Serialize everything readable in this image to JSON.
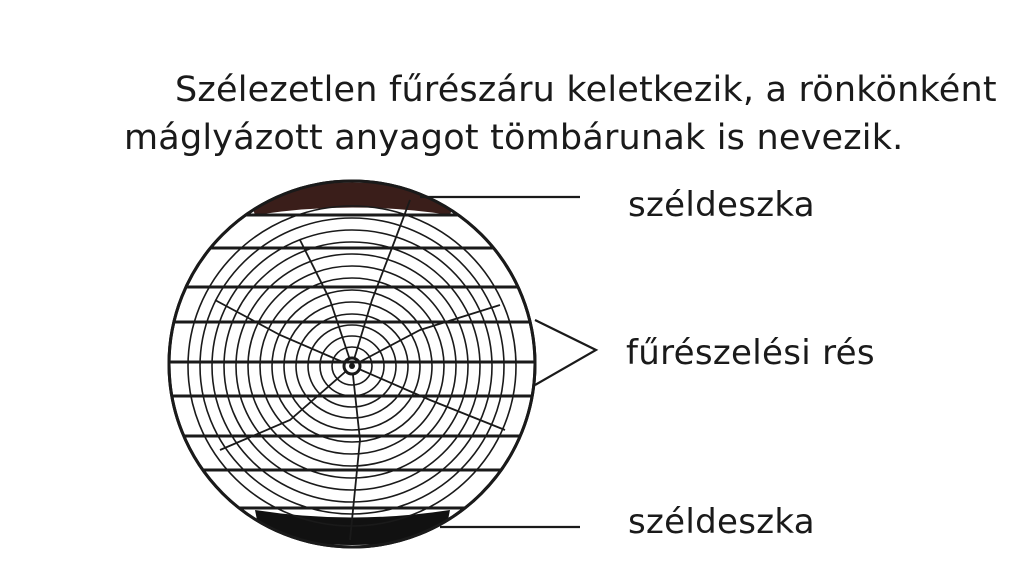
{
  "caption": {
    "line1": "Szélezetlen fűrészáru keletkezik, a rönkönként",
    "line2": "máglyázott anyagot tömbárunak is nevezik."
  },
  "labels": {
    "top": "széldeszka",
    "middle": "fűrészelési rés",
    "bottom": "széldeszka"
  },
  "colors": {
    "ink": "#1a1a1a",
    "bark_top": "#3a1e1a",
    "bark_bottom": "#111111"
  }
}
